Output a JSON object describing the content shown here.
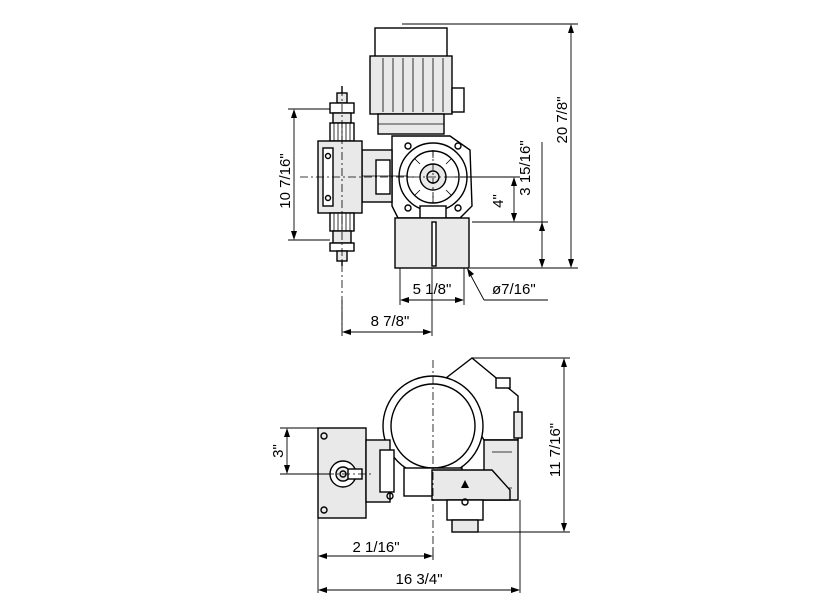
{
  "dimensions": {
    "side_height_10_7_16": "10 7/16\"",
    "total_height": "20 7/8\"",
    "height_3_15_16": "3 15/16\"",
    "height_4": "4\"",
    "base_width": "5 1/8\"",
    "hole_diameter": "ø7/16\"",
    "offset_8_7_8": "8 7/8\"",
    "top_height_3": "3\"",
    "top_depth": "11 7/16\"",
    "top_offset": "2 1/16\"",
    "top_width": "16 3/4\""
  }
}
